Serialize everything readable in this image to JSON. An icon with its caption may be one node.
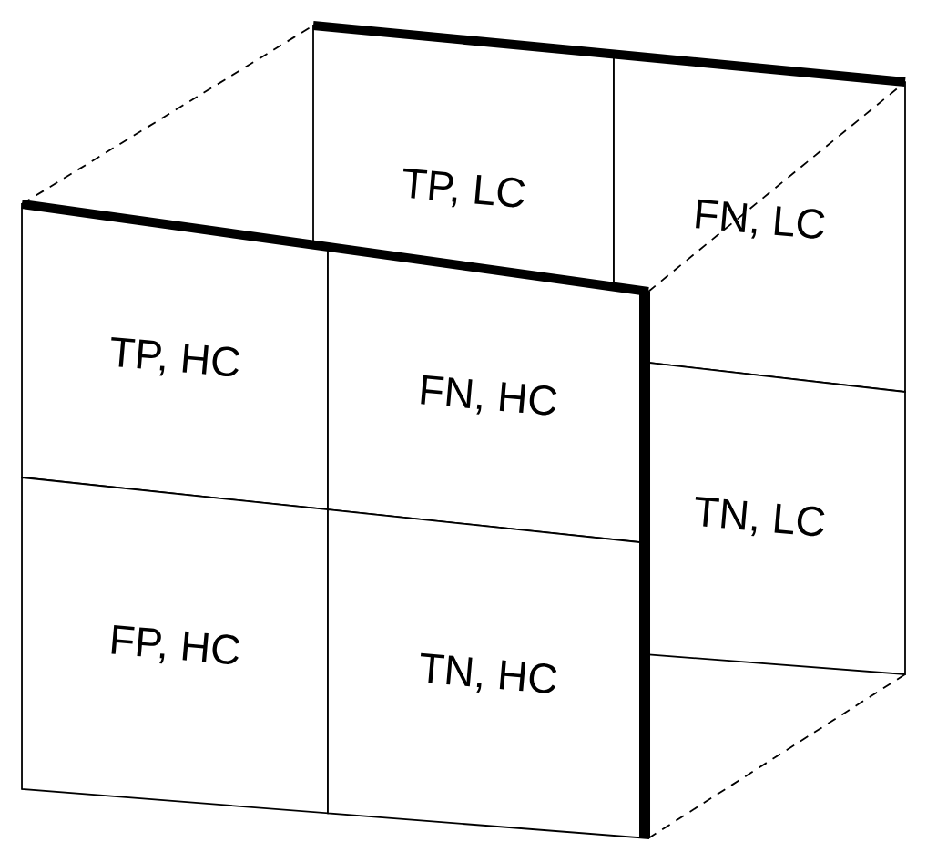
{
  "diagram": {
    "nodes": [
      {
        "text": [
          "TP, LC"
        ]
      },
      {
        "text": [
          "FN, LC"
        ]
      },
      {
        "text": [
          "TN, LC"
        ]
      },
      {
        "text": [
          "TP, HC"
        ]
      },
      {
        "text": [
          "FN, HC"
        ]
      },
      {
        "text": [
          "FP, HC"
        ]
      },
      {
        "text": [
          "TN, HC"
        ]
      }
    ]
  }
}
